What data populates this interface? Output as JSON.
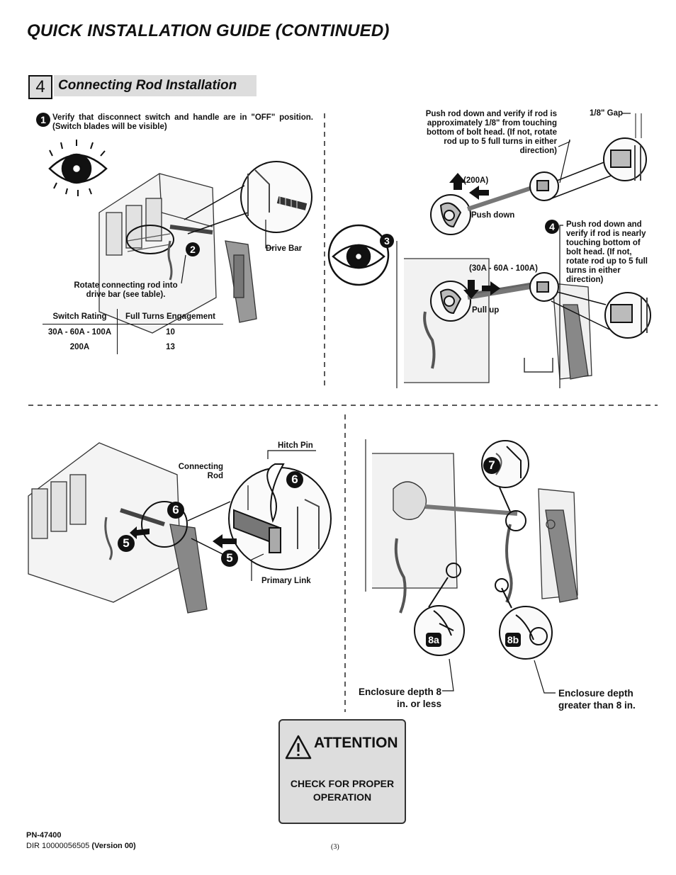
{
  "header": {
    "title": "QUICK INSTALLATION GUIDE (CONTINUED)"
  },
  "section": {
    "number": "4",
    "title": "Connecting Rod Installation"
  },
  "steps": {
    "s1": {
      "num": "1",
      "text": "Verify that disconnect switch and handle are in \"OFF\" position. (Switch blades will be visible)"
    },
    "s2": {
      "num": "2",
      "label": "Rotate connecting rod into drive bar (see table).",
      "drive_bar": "Drive Bar"
    },
    "s3": {
      "num": "3"
    },
    "s4": {
      "num": "4",
      "text": "Push rod down and verify if rod is nearly touching bottom of bolt head. (If not, rotate rod up to 5 full turns in either direction)"
    },
    "s5": {
      "num": "5"
    },
    "s6": {
      "num": "6"
    },
    "s7": {
      "num": "7"
    },
    "s8a": {
      "num": "8a",
      "label": "Enclosure depth 8 in. or less"
    },
    "s8b": {
      "num": "8b",
      "label": "Enclosure depth greater than 8 in."
    }
  },
  "table": {
    "headers": [
      "Switch Rating",
      "Full Turns Engagement"
    ],
    "rows": [
      [
        "30A - 60A - 100A",
        "10"
      ],
      [
        "200A",
        "13"
      ]
    ]
  },
  "top_right": {
    "push_note": "Push rod down and verify if rod is approximately 1/8\" from touching bottom of bolt head. (If not, rotate rod up to 5 full turns in either direction)",
    "gap": "1/8\" Gap",
    "rating_200": "(200A)",
    "push_down": "Push down",
    "rating_small": "(30A - 60A - 100A)",
    "pull_up": "Pull up"
  },
  "bottom_left": {
    "hitch_pin": "Hitch Pin",
    "connecting_rod": "Connecting Rod",
    "primary_link": "Primary Link"
  },
  "attention": {
    "title": "ATTENTION",
    "text": "CHECK FOR PROPER OPERATION"
  },
  "footer": {
    "part_number": "PN-47400",
    "dir": "DIR 10000056505",
    "version": "(Version 00)",
    "page": "(3)"
  }
}
